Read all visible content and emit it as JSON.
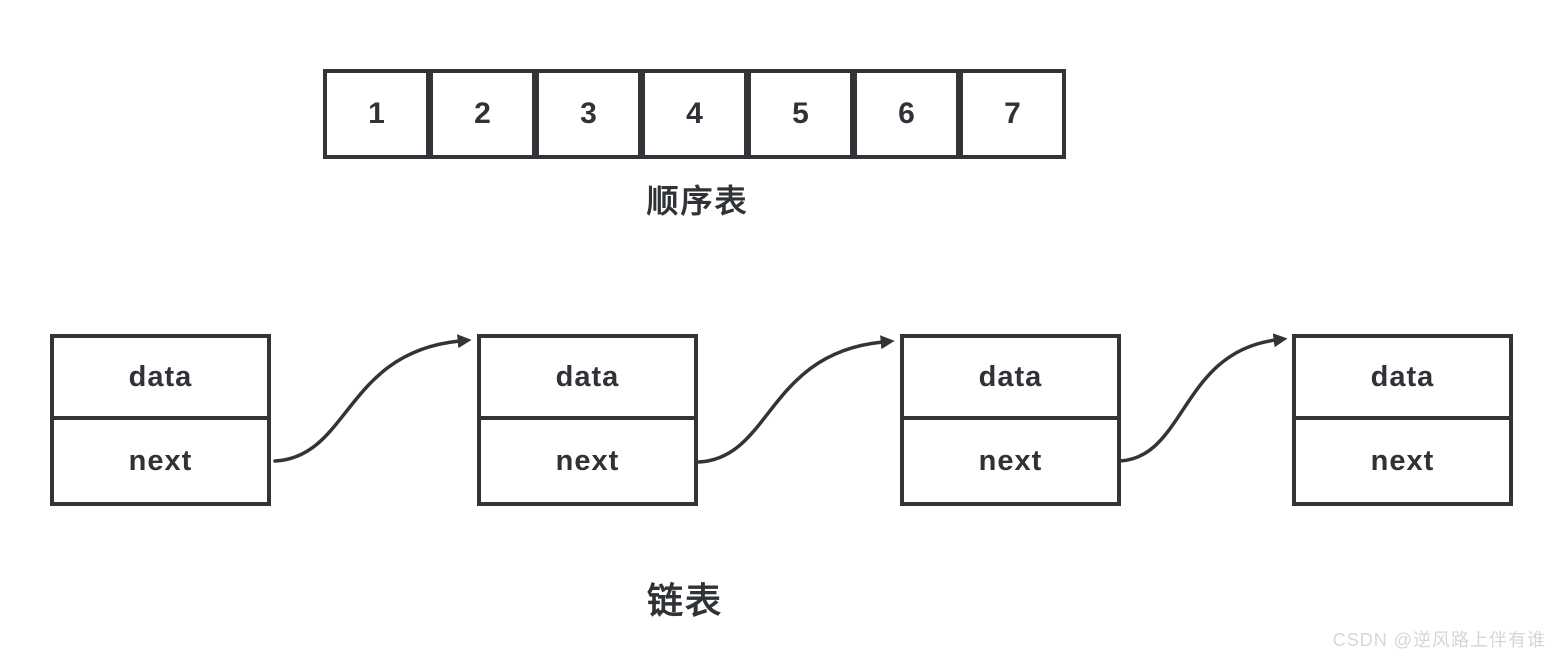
{
  "page": {
    "background_color": "#ffffff",
    "line_color": "#333438",
    "text_color": "#2f3237",
    "watermark_color": "#d6d6d6"
  },
  "array_diagram": {
    "label": "顺序表",
    "cells": [
      "1",
      "2",
      "3",
      "4",
      "5",
      "6",
      "7"
    ]
  },
  "linked_list_diagram": {
    "label": "链表",
    "nodes": [
      {
        "data_label": "data",
        "next_label": "next"
      },
      {
        "data_label": "data",
        "next_label": "next"
      },
      {
        "data_label": "data",
        "next_label": "next"
      },
      {
        "data_label": "data",
        "next_label": "next"
      }
    ],
    "arrow_count": 3
  },
  "watermark": {
    "text": "CSDN @逆风路上伴有谁"
  }
}
